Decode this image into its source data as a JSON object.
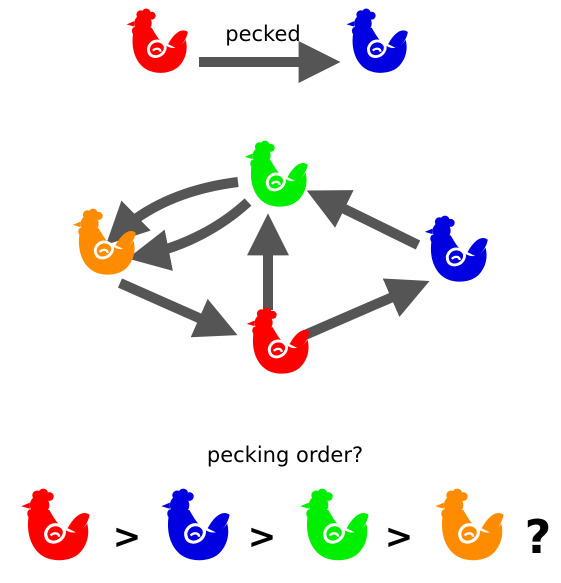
{
  "colors": {
    "red": "#ff0000",
    "blue": "#0000e0",
    "green": "#00ee00",
    "orange": "#ff8c00",
    "arrow": "#555555"
  },
  "legend": {
    "label": "pecked",
    "from": "red",
    "to": "blue"
  },
  "graph": {
    "nodes": [
      "green",
      "orange",
      "red",
      "blue"
    ],
    "edges": [
      {
        "from": "green",
        "to": "orange"
      },
      {
        "from": "green",
        "to": "orange"
      },
      {
        "from": "orange",
        "to": "red"
      },
      {
        "from": "red",
        "to": "green"
      },
      {
        "from": "red",
        "to": "blue"
      },
      {
        "from": "blue",
        "to": "green"
      }
    ]
  },
  "question": {
    "text": "pecking order?"
  },
  "ranking": {
    "order": [
      "red",
      "blue",
      "green",
      "orange"
    ],
    "separator": ">",
    "suffix": "?"
  },
  "icons": [
    "chicken-icon",
    "arrow-icon"
  ]
}
